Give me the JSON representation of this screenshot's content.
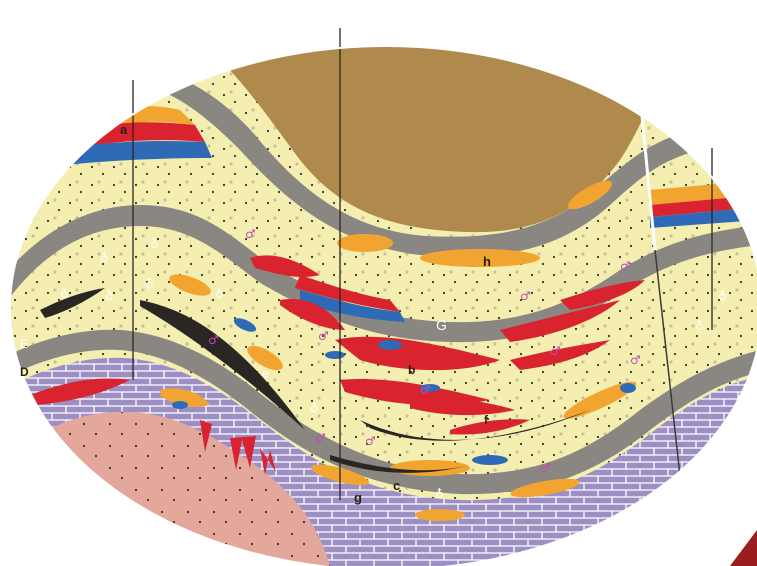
{
  "labels": {
    "a": "a",
    "b": "b",
    "c": "c",
    "d": "D",
    "e": "e",
    "e_upper": "E",
    "f": "f",
    "g_lower": "g",
    "g_upper": "G",
    "h": "h"
  },
  "symbols": {
    "gas_symbol": "♂",
    "oil_symbol": "♁"
  },
  "colors": {
    "background": "#ffffff",
    "sandstone": "#f4eeb0",
    "shale": "#8a8682",
    "mudstone_brown": "#b08a4c",
    "limestone": "#9d8fc4",
    "basement": "#e3a79b",
    "oil_red": "#d9232e",
    "orange_body": "#f2a430",
    "blue_band": "#2f6ab6",
    "coal_black": "#2a2624",
    "gas_symbol_color": "#c04bb0"
  }
}
